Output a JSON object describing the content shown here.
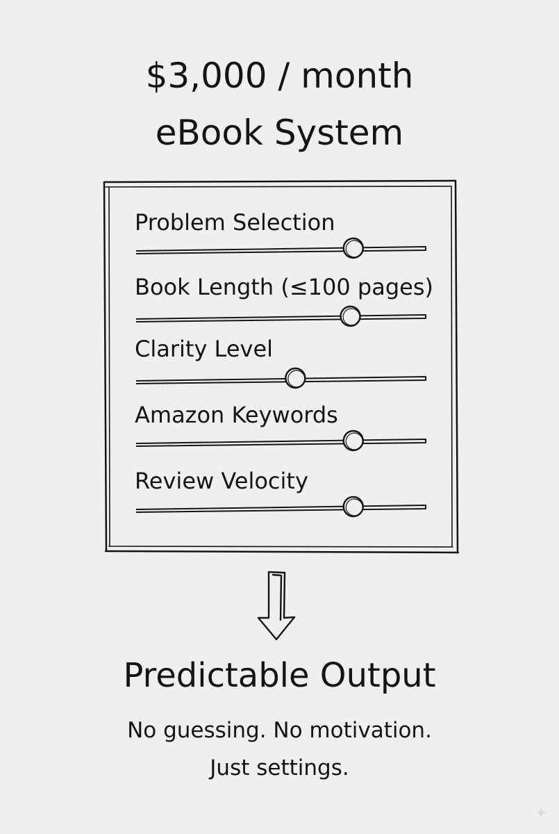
{
  "header": {
    "line1": "$3,000 / month",
    "line2": "eBook System"
  },
  "sliders": [
    {
      "label": "Problem Selection",
      "value": 0.75
    },
    {
      "label": "Book Length (≤100 pages)",
      "value": 0.74
    },
    {
      "label": "Clarity Level",
      "value": 0.55
    },
    {
      "label": "Amazon Keywords",
      "value": 0.75
    },
    {
      "label": "Review Velocity",
      "value": 0.75
    }
  ],
  "arrow_icon": "down-arrow-icon",
  "output": {
    "title": "Predictable Output",
    "line1": "No guessing. No motivation.",
    "line2": "Just settings."
  },
  "colors": {
    "background": "#efefed",
    "ink": "#141414"
  }
}
